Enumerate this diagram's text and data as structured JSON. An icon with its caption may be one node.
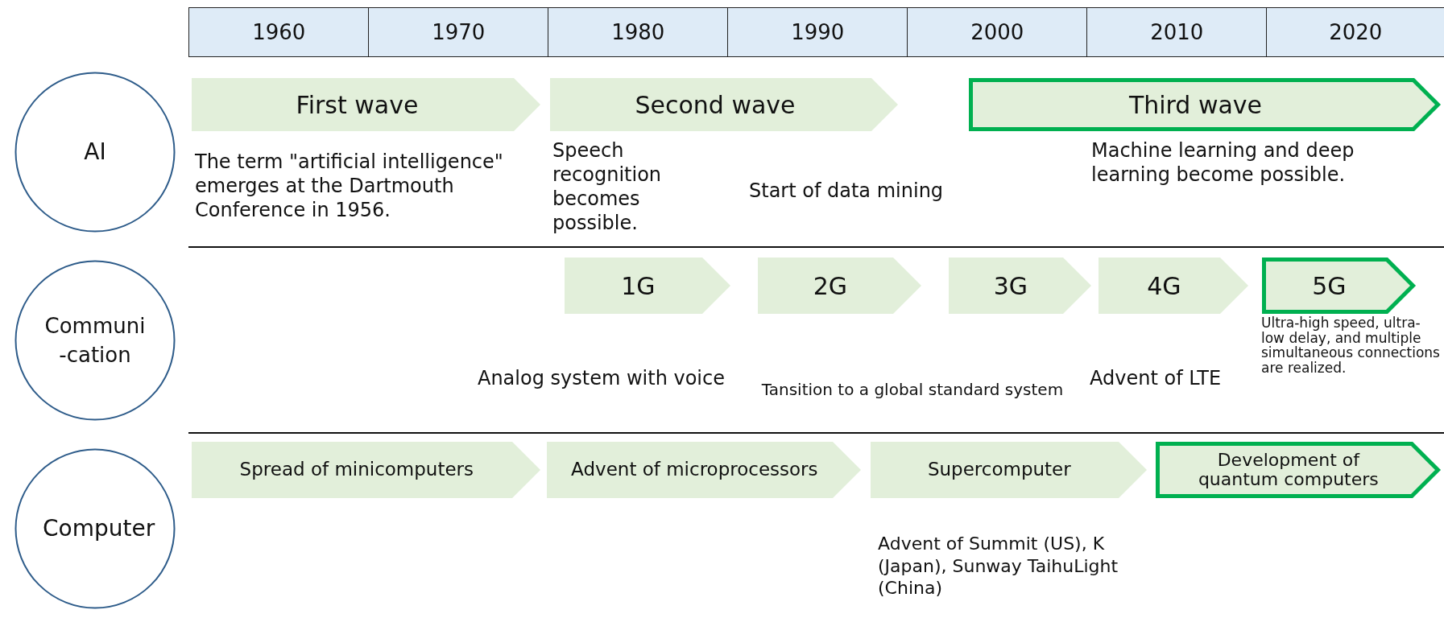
{
  "diagram": {
    "nodes": [
      {
        "text": [
          "AI"
        ]
      },
      {
        "text": [
          "First wave"
        ]
      },
      {
        "text": [
          "Second wave"
        ]
      },
      {
        "text": [
          "Third wave"
        ]
      },
      {
        "text": [
          "Communi -cation"
        ]
      },
      {
        "text": [
          "1G"
        ]
      },
      {
        "text": [
          "2G"
        ]
      },
      {
        "text": [
          "3G"
        ]
      },
      {
        "text": [
          "4G"
        ]
      },
      {
        "text": [
          "5G"
        ]
      },
      {
        "text": [
          "Computer"
        ]
      },
      {
        "text": [
          "Spread of minicomputers"
        ]
      },
      {
        "text": [
          "Advent of microprocessors"
        ]
      },
      {
        "text": [
          "Supercomputer"
        ]
      },
      {
        "text": [
          "Development of quantum computers"
        ]
      }
    ],
    "edges": [],
    "labels": [
      "1960",
      "1970",
      "1980",
      "1990",
      "2000",
      "2010",
      "2020",
      "The term \"artificial intelligence\" emerges at the Dartmouth Conference in 1956.",
      "Speech recognition becomes possible.",
      "Start of data mining",
      "Machine learning and deep learning become possible.",
      "Analog system with voice",
      "Tansition to a global standard system",
      "Advent of LTE",
      "Ultra-high speed, ultra-low delay, and multiple simultaneous connections are realized.",
      "Advent of Summit (US), K (Japan), Sunway TaihuLight (China)"
    ]
  }
}
